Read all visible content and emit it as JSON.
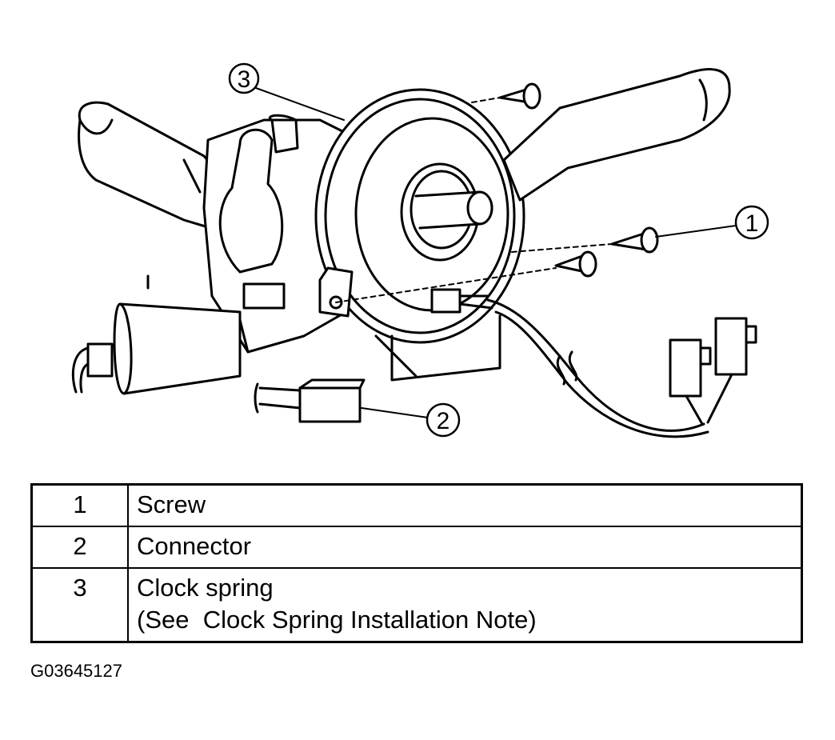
{
  "callouts": [
    "3",
    "1",
    "2"
  ],
  "legend": [
    {
      "num": "1",
      "lines": [
        "Screw"
      ]
    },
    {
      "num": "2",
      "lines": [
        "Connector"
      ]
    },
    {
      "num": "3",
      "lines": [
        "Clock spring",
        "(See  Clock Spring Installation Note)"
      ]
    }
  ],
  "figure_id": "G03645127"
}
